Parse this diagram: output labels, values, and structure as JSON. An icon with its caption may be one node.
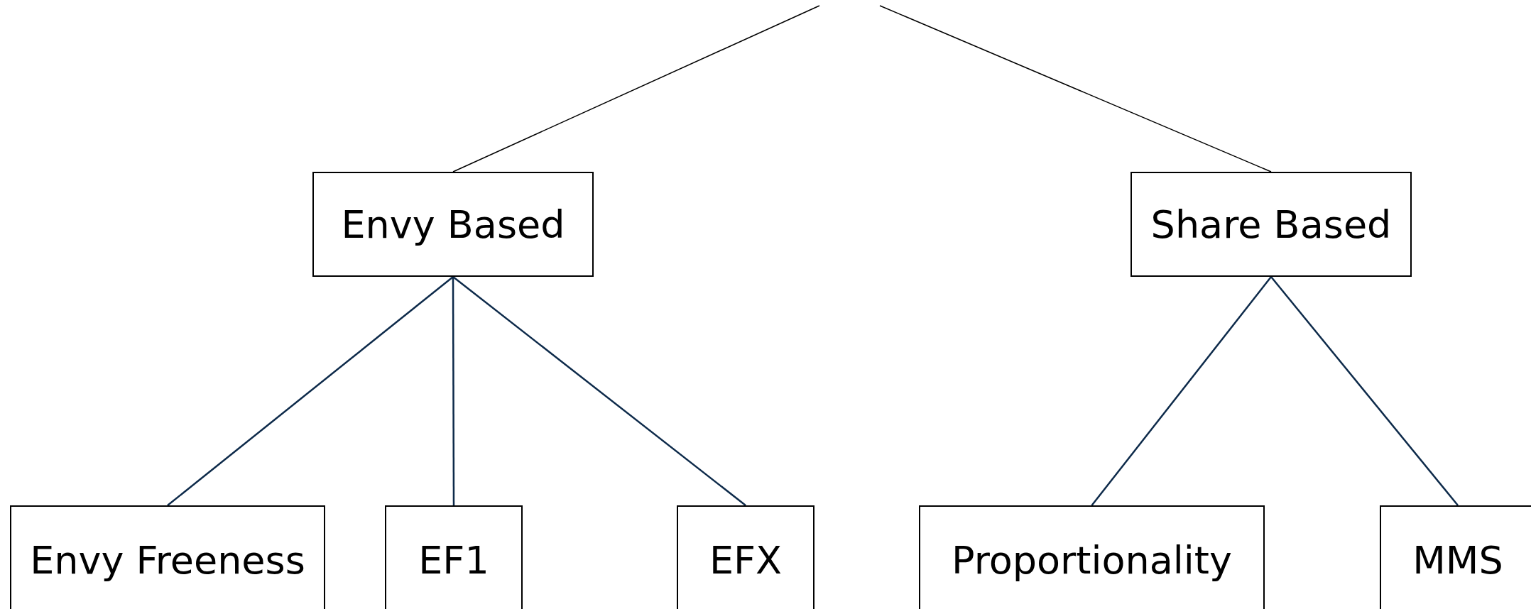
{
  "diagram": {
    "nodes": [
      {
        "text": [
          "Envy Based"
        ]
      },
      {
        "text": [
          "Share Based"
        ]
      },
      {
        "text": [
          "Envy Freeness"
        ]
      },
      {
        "text": [
          "EF1"
        ]
      },
      {
        "text": [
          "EFX"
        ]
      },
      {
        "text": [
          "Proportionality"
        ]
      },
      {
        "text": [
          "MMS"
        ]
      }
    ],
    "edges": [
      {
        "from": null,
        "to": 0,
        "arrow": "none",
        "color": "#000000"
      },
      {
        "from": null,
        "to": 1,
        "arrow": "none",
        "color": "#000000"
      },
      {
        "from": 0,
        "to": 2,
        "arrow": "none"
      },
      {
        "from": 0,
        "to": 3,
        "arrow": "none"
      },
      {
        "from": 0,
        "to": 4,
        "arrow": "none"
      },
      {
        "from": 1,
        "to": 5,
        "arrow": "none"
      },
      {
        "from": 1,
        "to": 6,
        "arrow": "none"
      }
    ]
  }
}
